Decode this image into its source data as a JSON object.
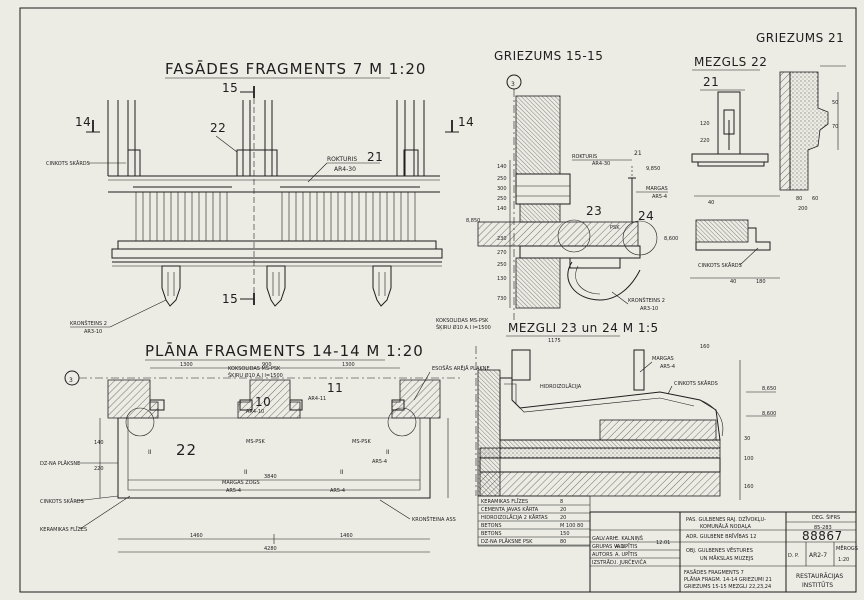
{
  "titles": {
    "facade": "FASĀDES  FRAGMENTS  7   M 1:20",
    "section_15": "GRIEZUMS  15-15",
    "section_21": "GRIEZUMS  21",
    "node_22": "MEZGLS  22",
    "plan": "PLĀNA  FRAGMENTS  14-14   M 1:20",
    "nodes_23_24": "MEZGLI  23 un  24   M 1:5"
  },
  "markers": {
    "m15": "15",
    "m14": "14",
    "m21": "21",
    "m22": "22",
    "m23": "23",
    "m24": "24",
    "m10": "10",
    "m11": "11",
    "m3": "3",
    "mII": "II"
  },
  "labels": {
    "cinkots_skards": "CINKOTS SKĀRDS",
    "rokturis": "ROKTURIS",
    "ar4_30": "AR4-30",
    "kronsteins2": "KRONŠTEINS 2",
    "ar3_10": "AR3-10",
    "margas": "MARGAS",
    "ar5_4": "AR5-4",
    "psk": "PSK",
    "koksolidas": "KOKSOLIDAS  MS-PSK",
    "skiru": "ŠĶIRU  Ø10  A.I  l=1500",
    "ar4_10": "AR4-10",
    "ar4_11": "AR4-11",
    "ms_psk": "MS-PSK",
    "dz_na_plaksne": "DZ-NA  PLĀKSNE",
    "keramikas_flizes": "KERAMIKAS  FLĪZES",
    "margas_zogs": "MARGAS ZOGS",
    "kronsteins_ass": "KRONŠTEINA  ASS",
    "esosas": "ESOŠĀS  ARĒJĀ  PLAKNE",
    "hidroizolacija": "HIDROIZOLĀCIJA",
    "ar5_4b": "AR5-4",
    "ar3_10b": "AR3-10"
  },
  "dimensions": {
    "plan_total": "4280",
    "plan_half_l": "1460",
    "plan_half_r": "1460",
    "plan_inner": "3840",
    "plan_top_a": "1300",
    "plan_top_b": "900",
    "plan_top_c": "1300",
    "mark_a": "8,850",
    "mark_b": "8,600",
    "mark_c": "8,650",
    "mark_d": "8,600",
    "node_w": "160",
    "node_w2": "1175"
  },
  "layers": {
    "rows": [
      {
        "name": "KERAMIKAS  FLĪZES",
        "value": "8"
      },
      {
        "name": "CEMENTA  JAVAS  KĀRTA",
        "value": "20"
      },
      {
        "name": "HIDROIZOLĀCIJA  2  KĀRTAS",
        "value": "20"
      },
      {
        "name": "BETONS",
        "value": "M 100   80"
      },
      {
        "name": "BETONS",
        "value": "150"
      },
      {
        "name": "DZ-NA  PLĀKSNE  PSK",
        "value": "80"
      }
    ]
  },
  "title_block": {
    "project_line1": "PAS. GULBENES  RAJ.  DZĪVOKĻU-",
    "project_line2": "KOMUNĀLĀ  NODAĻA",
    "address": "ADR.  GULBENE  BRĪVĪBAS  12",
    "object_line1": "OBJ.  GULBENES  VĒSTURES",
    "object_line2": "UN  MĀKSLAS  MUZEJS",
    "content_line1": "FASĀDES  FRAGMENTS  7",
    "content_line2": "PLĀNA  FRAGM. 14-14  GRIEZUMI 21",
    "content_line3": "GRIEZUMS  15-15   MEZGLI  22,23,24",
    "doc_no": "88867",
    "year_code": "85-283",
    "stage": "D. P.",
    "sheet": "AR2-7",
    "scale_label": "MĒROGS",
    "scale": "1:20",
    "org_line1": "RESTAURĀCIJAS",
    "org_line2": "INSTITŪTS",
    "roles": [
      {
        "role": "GALV.ARH.",
        "name": "E. KALNIŅŠ"
      },
      {
        "role": "GRUPAS VAD.",
        "name": "A. UPĪTIS"
      },
      {
        "role": "AUTORS",
        "name": "A. UPĪTIS"
      },
      {
        "role": "IZSTRĀD.",
        "name": "I. JURČEVIČA"
      }
    ],
    "date": "12.01",
    "top_note": "DEG. ŠIFRS"
  }
}
